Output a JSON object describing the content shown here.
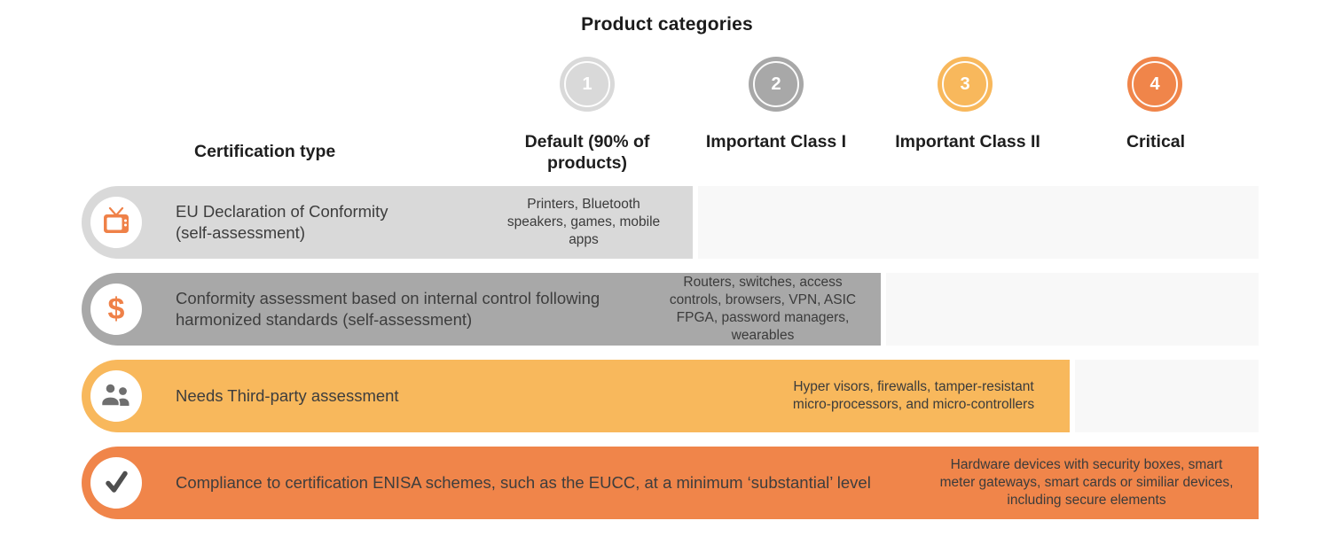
{
  "title": "Product categories",
  "certification_type_header": "Certification type",
  "track_color": "#f8f8f8",
  "accent_color": "#ef8148",
  "icon_gray": "#6f6f6f",
  "categories": [
    {
      "number": "1",
      "label": "Default (90% of\nproducts)",
      "color": "#d9d9d9"
    },
    {
      "number": "2",
      "label": "Important Class I",
      "color": "#a8a8a8"
    },
    {
      "number": "3",
      "label": "Important Class II",
      "color": "#f8b85c"
    },
    {
      "number": "4",
      "label": "Critical",
      "color": "#f0854a"
    }
  ],
  "rows": [
    {
      "icon": "tv-icon",
      "label": "EU Declaration of Conformity\n(self-assessment)",
      "products": "Printers, Bluetooth\nspeakers, games, mobile\napps",
      "color": "#d9d9d9"
    },
    {
      "icon": "dollar-icon",
      "label": "Conformity assessment based on internal control following\nharmonized standards (self-assessment)",
      "products": "Routers, switches, access\ncontrols, browsers, VPN, ASIC\nFPGA, password managers,\nwearables",
      "color": "#a8a8a8"
    },
    {
      "icon": "people-icon",
      "label": "Needs Third-party assessment",
      "products": "Hyper visors, firewalls, tamper-resistant\nmicro-processors, and micro-controllers",
      "color": "#f8b85c"
    },
    {
      "icon": "check-icon",
      "label": "Compliance to certification ENISA schemes, such as the EUCC, at a minimum ‘substantial’ level",
      "products": "Hardware devices with security boxes, smart\nmeter gateways, smart cards or similiar devices,\nincluding secure elements",
      "color": "#f0854a"
    }
  ]
}
